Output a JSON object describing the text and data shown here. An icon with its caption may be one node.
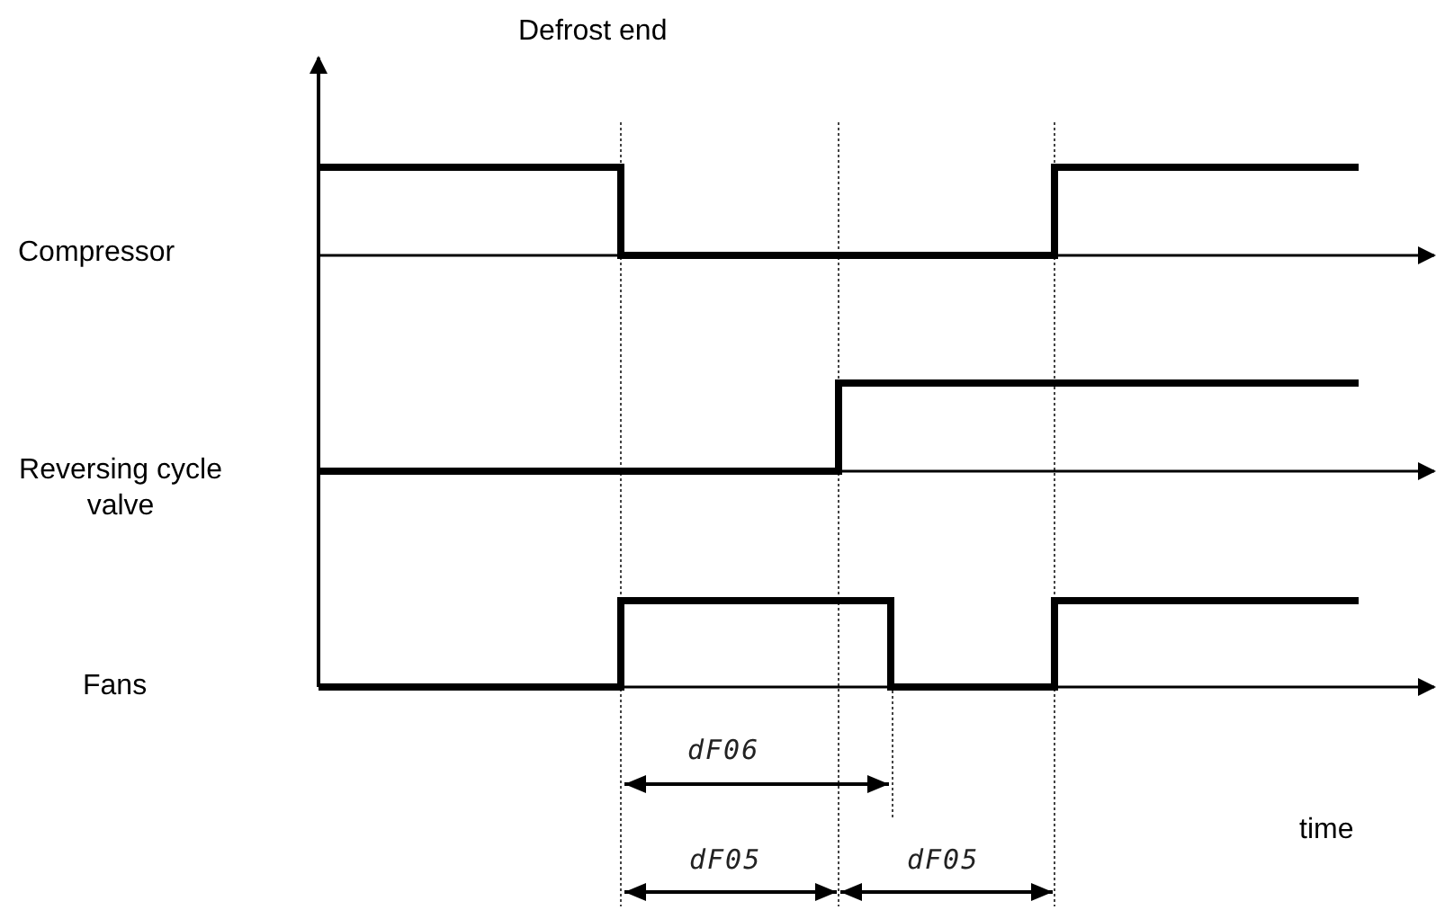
{
  "diagram": {
    "labels": [
      "Defrost end",
      "Compressor",
      "Reversing cycle valve",
      "Fans",
      "dF06",
      "time",
      "dF05",
      "dF05"
    ]
  }
}
